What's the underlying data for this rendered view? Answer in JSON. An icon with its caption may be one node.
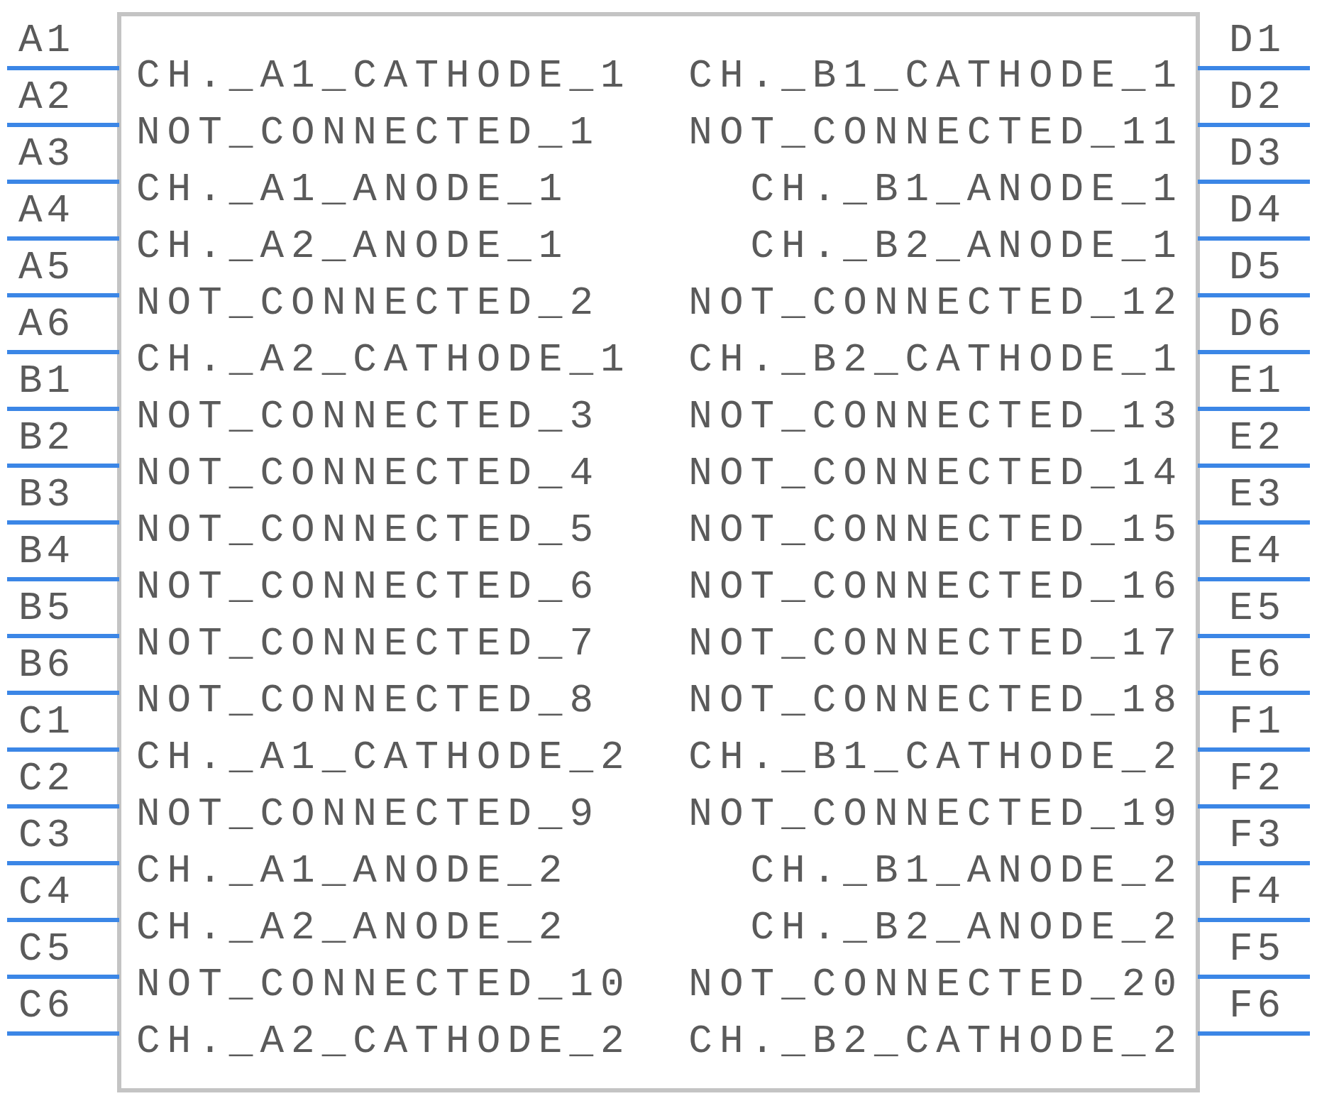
{
  "diagram": {
    "labels": [
      "A1",
      "CH._A1_CATHODE_1",
      "CH._B1_CATHODE_1",
      "D1",
      "A2",
      "NOT_CONNECTED_1",
      "NOT_CONNECTED_11",
      "D2",
      "A3",
      "CH._A1_ANODE_1",
      "CH._B1_ANODE_1",
      "D3",
      "A4",
      "CH._A2_ANODE_1",
      "CH._B2_ANODE_1",
      "D4",
      "A5",
      "NOT_CONNECTED_2",
      "NOT_CONNECTED_12",
      "D5",
      "A6",
      "CH._A2_CATHODE_1",
      "CH._B2_CATHODE_1",
      "D6",
      "B1",
      "NOT_CONNECTED_3",
      "NOT_CONNECTED_13",
      "E1",
      "B2",
      "NOT_CONNECTED_4",
      "NOT_CONNECTED_14",
      "E2",
      "B3",
      "NOT_CONNECTED_5",
      "NOT_CONNECTED_15",
      "E3",
      "B4",
      "NOT_CONNECTED_6",
      "NOT_CONNECTED_16",
      "E4",
      "B5",
      "NOT_CONNECTED_7",
      "NOT_CONNECTED_17",
      "E5",
      "B6",
      "NOT_CONNECTED_8",
      "NOT_CONNECTED_18",
      "E6",
      "C1",
      "CH._A1_CATHODE_2",
      "CH._B1_CATHODE_2",
      "F1",
      "C2",
      "NOT_CONNECTED_9",
      "NOT_CONNECTED_19",
      "F2",
      "C3",
      "CH._A1_ANODE_2",
      "CH._B1_ANODE_2",
      "F3",
      "C4",
      "CH._A2_ANODE_2",
      "CH._B2_ANODE_2",
      "F4",
      "C5",
      "NOT_CONNECTED_10",
      "NOT_CONNECTED_20",
      "F5",
      "C6",
      "CH._A2_CATHODE_2",
      "CH._B2_CATHODE_2",
      "F6"
    ]
  }
}
